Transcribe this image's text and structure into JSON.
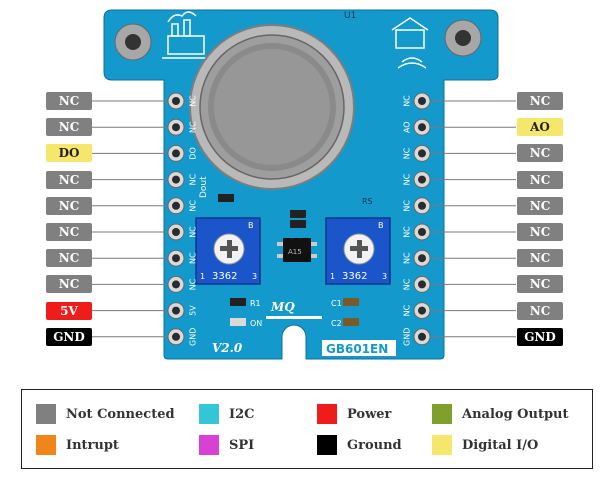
{
  "colors": {
    "not_connected": "#808080",
    "intrupt": "#f08519",
    "i2c": "#33c6d7",
    "spi": "#d941d4",
    "power": "#ef1c1c",
    "ground": "#000000",
    "analog_output": "#80a02e",
    "digital_io": "#f5e66c",
    "board": "#1499cc"
  },
  "board": {
    "sensor_label": "U1",
    "silk_mq": "MQ",
    "silk_version": "V2.0",
    "part_number": "GB601EN",
    "pot_code": "3362",
    "pot_mark": "B",
    "pot_pin_1": "1",
    "pot_pin_3": "3",
    "ic_label": "RS",
    "ic_mark": "A15",
    "dout_label": "Dout",
    "r1_label": "R1",
    "on_label": "ON",
    "c1_label": "C1",
    "c2_label": "C2",
    "left_silk": [
      "NC",
      "NC",
      "DO",
      "NC",
      "NC",
      "NC",
      "NC",
      "NC",
      "5V",
      "GND"
    ],
    "right_silk": [
      "NC",
      "AO",
      "NC",
      "NC",
      "NC",
      "NC",
      "NC",
      "NC",
      "NC",
      "GND"
    ]
  },
  "pins": {
    "left": [
      {
        "label": "NC",
        "type": "nc"
      },
      {
        "label": "NC",
        "type": "nc"
      },
      {
        "label": "DO",
        "type": "dio"
      },
      {
        "label": "NC",
        "type": "nc"
      },
      {
        "label": "NC",
        "type": "nc"
      },
      {
        "label": "NC",
        "type": "nc"
      },
      {
        "label": "NC",
        "type": "nc"
      },
      {
        "label": "NC",
        "type": "nc"
      },
      {
        "label": "5V",
        "type": "power"
      },
      {
        "label": "GND",
        "type": "ground"
      }
    ],
    "right": [
      {
        "label": "NC",
        "type": "nc"
      },
      {
        "label": "AO",
        "type": "dio"
      },
      {
        "label": "NC",
        "type": "nc"
      },
      {
        "label": "NC",
        "type": "nc"
      },
      {
        "label": "NC",
        "type": "nc"
      },
      {
        "label": "NC",
        "type": "nc"
      },
      {
        "label": "NC",
        "type": "nc"
      },
      {
        "label": "NC",
        "type": "nc"
      },
      {
        "label": "NC",
        "type": "nc"
      },
      {
        "label": "GND",
        "type": "ground"
      }
    ]
  },
  "legend": {
    "not_connected": "Not Connected",
    "intrupt": "Intrupt",
    "i2c": "I2C",
    "spi": "SPI",
    "power": "Power",
    "ground": "Ground",
    "analog_output": "Analog Output",
    "digital_io": "Digital I/O"
  }
}
